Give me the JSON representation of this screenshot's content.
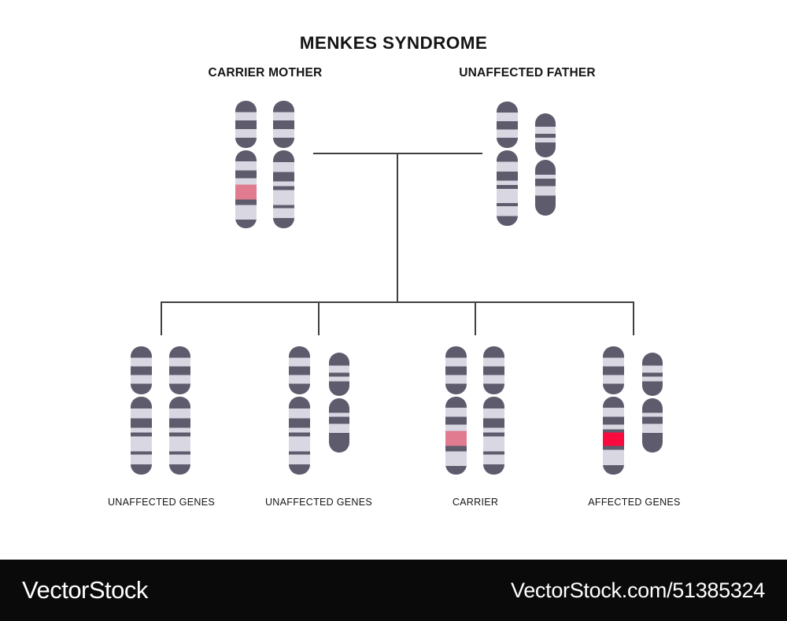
{
  "diagram": {
    "title": "MENKES SYNDROME",
    "parents": [
      {
        "name": "carrier-mother",
        "label": "CARRIER MOTHER",
        "chromosomes": [
          "X_carrier",
          "X"
        ]
      },
      {
        "name": "unaffected-father",
        "label": "UNAFFECTED FATHER",
        "chromosomes": [
          "X",
          "Y"
        ]
      }
    ],
    "children": [
      {
        "name": "child-unaffected-daughter",
        "label": "UNAFFECTED GENES",
        "chromosomes": [
          "X",
          "X"
        ]
      },
      {
        "name": "child-unaffected-son",
        "label": "UNAFFECTED GENES",
        "chromosomes": [
          "X",
          "Y"
        ]
      },
      {
        "name": "child-carrier-daughter",
        "label": "CARRIER",
        "chromosomes": [
          "X_carrier",
          "X"
        ]
      },
      {
        "name": "child-affected-son",
        "label": "AFFECTED GENES",
        "chromosomes": [
          "X_affected",
          "Y"
        ]
      }
    ]
  },
  "chromosomes": {
    "colors": {
      "dark": "#5e5b6d",
      "light": "#d9d8e2",
      "pink": "#e07b90",
      "red": "#f90a3f"
    },
    "types": {
      "X": {
        "top": [
          [
            "dark",
            24
          ],
          [
            "light",
            18
          ],
          [
            "dark",
            18
          ],
          [
            "light",
            18
          ],
          [
            "dark",
            22
          ]
        ],
        "bottom": [
          [
            "dark",
            15
          ],
          [
            "light",
            13
          ],
          [
            "dark",
            12
          ],
          [
            "light",
            6
          ],
          [
            "dark",
            5
          ],
          [
            "light",
            19
          ],
          [
            "dark",
            4
          ],
          [
            "light",
            13
          ],
          [
            "dark",
            13
          ]
        ]
      },
      "X_carrier": {
        "top": [
          [
            "dark",
            24
          ],
          [
            "light",
            18
          ],
          [
            "dark",
            18
          ],
          [
            "light",
            18
          ],
          [
            "dark",
            22
          ]
        ],
        "bottom": [
          [
            "dark",
            14
          ],
          [
            "light",
            12
          ],
          [
            "dark",
            10
          ],
          [
            "light",
            8
          ],
          [
            "pink",
            19
          ],
          [
            "dark",
            7
          ],
          [
            "light",
            19
          ],
          [
            "dark",
            11
          ]
        ]
      },
      "X_affected": {
        "top": [
          [
            "dark",
            24
          ],
          [
            "light",
            18
          ],
          [
            "dark",
            18
          ],
          [
            "light",
            18
          ],
          [
            "dark",
            22
          ]
        ],
        "bottom": [
          [
            "dark",
            14
          ],
          [
            "light",
            12
          ],
          [
            "dark",
            10
          ],
          [
            "light",
            6
          ],
          [
            "dark",
            4
          ],
          [
            "red",
            17
          ],
          [
            "dark",
            5
          ],
          [
            "light",
            20
          ],
          [
            "dark",
            12
          ]
        ]
      },
      "Y": {
        "top": [
          [
            "dark",
            30
          ],
          [
            "light",
            16
          ],
          [
            "dark",
            9
          ],
          [
            "light",
            11
          ],
          [
            "dark",
            34
          ]
        ],
        "bottom": [
          [
            "dark",
            27
          ],
          [
            "light",
            7
          ],
          [
            "dark",
            13
          ],
          [
            "light",
            17
          ],
          [
            "dark",
            36
          ]
        ]
      }
    }
  },
  "connectors": {
    "color": "#404040"
  },
  "watermark": {
    "logo": "VectorStock",
    "url": "VectorStock.com/51385324",
    "bar_color": "#0a0a0a"
  }
}
